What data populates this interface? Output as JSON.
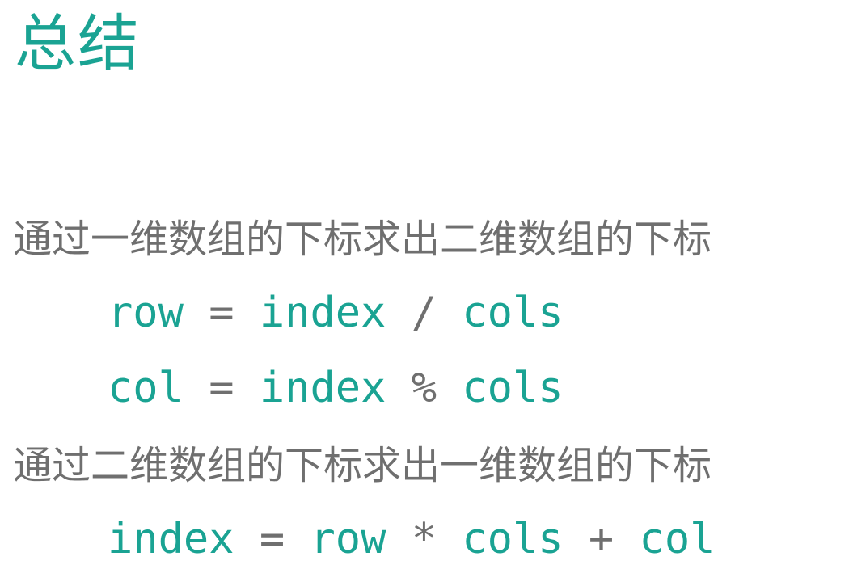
{
  "title": "总结",
  "sections": [
    {
      "heading": "通过一维数组的下标求出二维数组的下标",
      "formulas": [
        {
          "lhs": "row",
          "eq": "=",
          "a": "index",
          "op": "/",
          "b": "cols"
        },
        {
          "lhs": "col",
          "eq": "=",
          "a": "index",
          "op": "%",
          "b": "cols"
        }
      ]
    },
    {
      "heading": "通过二维数组的下标求出一维数组的下标",
      "formulas": [
        {
          "lhs": "index",
          "eq": "=",
          "a": "row",
          "op": "*",
          "b": "cols",
          "op2": "+",
          "c": "col"
        }
      ]
    }
  ],
  "colors": {
    "accent": "#1aa393",
    "text": "#6f6f6f",
    "background": "#ffffff"
  }
}
